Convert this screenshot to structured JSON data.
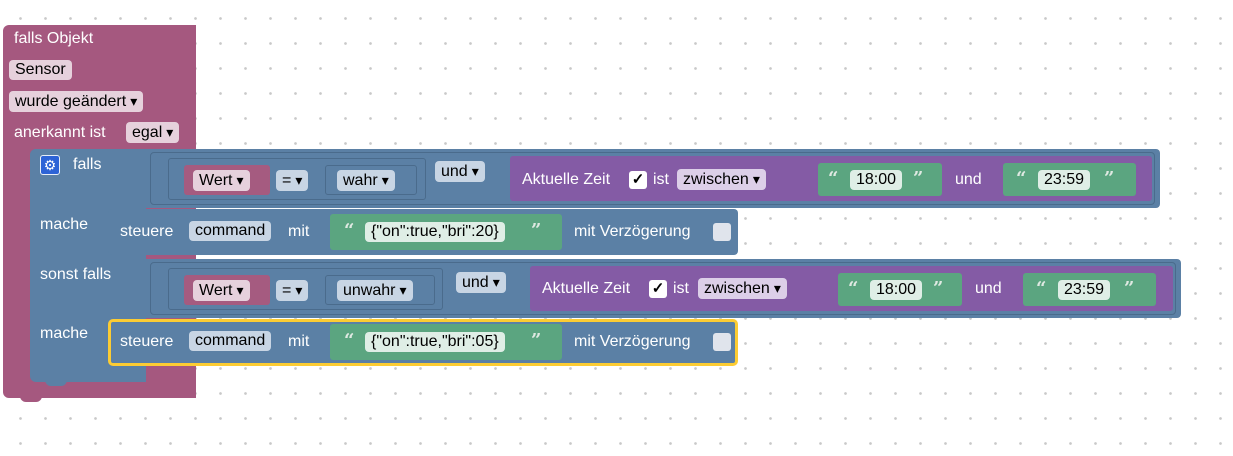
{
  "trigger": {
    "header": "falls Objekt",
    "object_name": "Sensor",
    "event": "wurde geändert",
    "ack_label": "anerkannt ist",
    "ack_value": "egal"
  },
  "ifblock": {
    "if_label": "falls",
    "do_label": "mache",
    "elseif_label": "sonst falls",
    "do2_label": "mache"
  },
  "cond1": {
    "var": "Wert",
    "op": "=",
    "value": "wahr",
    "and": "und",
    "time_label": "Aktuelle Zeit",
    "check": "✓",
    "is_label": "ist",
    "between": "zwischen",
    "from": "18:00",
    "and2": "und",
    "to": "23:59"
  },
  "action1": {
    "label": "steuere",
    "target": "command",
    "with": "mit",
    "value": "{\"on\":true,\"bri\":20}",
    "delay": "mit Verzögerung"
  },
  "cond2": {
    "var": "Wert",
    "op": "=",
    "value": "unwahr",
    "and": "und",
    "time_label": "Aktuelle Zeit",
    "check": "✓",
    "is_label": "ist",
    "between": "zwischen",
    "from": "18:00",
    "and2": "und",
    "to": "23:59"
  },
  "action2": {
    "label": "steuere",
    "target": "command",
    "with": "mit",
    "value": "{\"on\":true,\"bri\":05}",
    "delay": "mit Verzögerung"
  },
  "colors": {
    "trigger": "#a5587f",
    "logic": "#5b80a5",
    "action": "#5b80a5",
    "time": "#845ba5",
    "text": "#5ba580",
    "variable": "#a55b80",
    "selected": "#fccc33"
  }
}
